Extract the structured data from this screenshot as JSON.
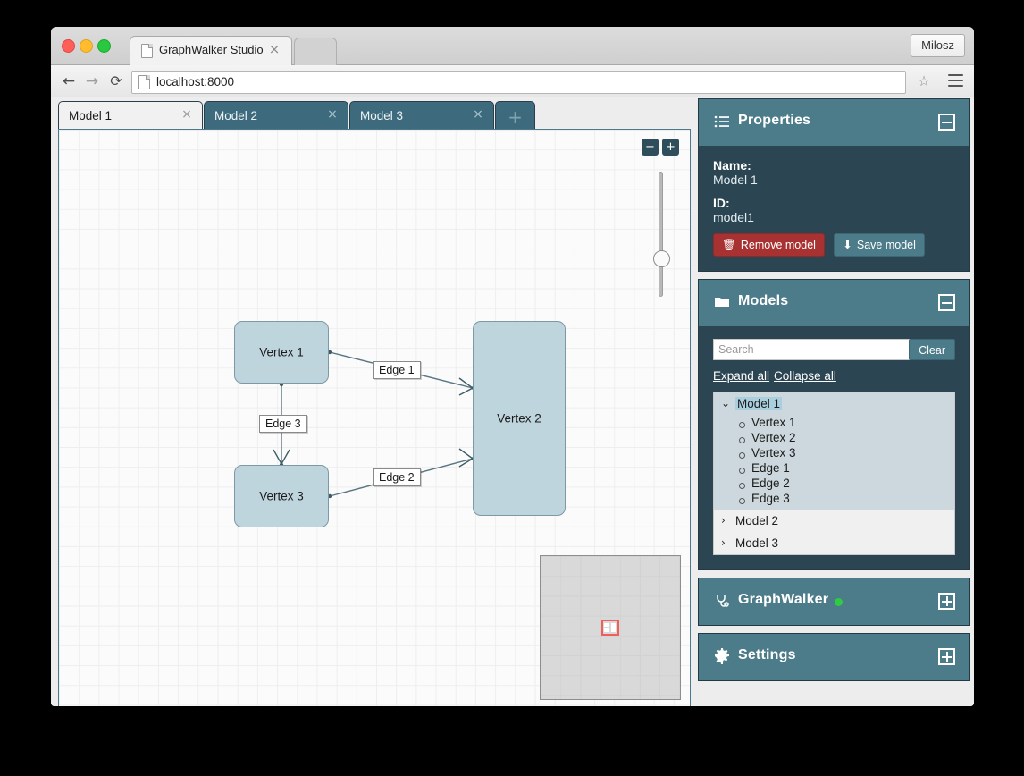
{
  "browser": {
    "tab_title": "GraphWalker Studio",
    "tab_close": "×",
    "profile_label": "Milosz",
    "back_icon": "←",
    "forward_icon": "→",
    "reload_icon": "⟳",
    "url": "localhost:8000",
    "star_icon": "☆"
  },
  "model_tabs": [
    {
      "label": "Model 1",
      "active": true,
      "close": "×"
    },
    {
      "label": "Model 2",
      "active": false,
      "close": "×"
    },
    {
      "label": "Model 3",
      "active": false,
      "close": "×"
    }
  ],
  "add_tab_label": "+",
  "canvas": {
    "zoom_out_label": "−",
    "zoom_in_label": "+",
    "vertices": [
      {
        "id": "v1",
        "label": "Vertex 1"
      },
      {
        "id": "v2",
        "label": "Vertex 2"
      },
      {
        "id": "v3",
        "label": "Vertex 3"
      }
    ],
    "edges": [
      {
        "id": "e1",
        "label": "Edge 1",
        "from": "Vertex 1",
        "to": "Vertex 2"
      },
      {
        "id": "e2",
        "label": "Edge 2",
        "from": "Vertex 3",
        "to": "Vertex 2"
      },
      {
        "id": "e3",
        "label": "Edge 3",
        "from": "Vertex 1",
        "to": "Vertex 3"
      }
    ]
  },
  "properties_panel": {
    "title": "Properties",
    "icon": "list-icon",
    "name_key": "Name:",
    "name_value": "Model 1",
    "id_key": "ID:",
    "id_value": "model1",
    "remove_label": "Remove model",
    "remove_icon": "🗑",
    "save_label": "Save model",
    "save_icon": "⬇",
    "remove_color": "#a83232",
    "save_color": "#4c7b8a"
  },
  "models_panel": {
    "title": "Models",
    "icon": "folder-icon",
    "search_placeholder": "Search",
    "search_value": "",
    "clear_label": "Clear",
    "expand_all_label": "Expand all",
    "collapse_all_label": "Collapse all",
    "tree": [
      {
        "label": "Model 1",
        "expanded": true,
        "selected": true,
        "caret": "⌄",
        "children": [
          "Vertex 1",
          "Vertex 2",
          "Vertex 3",
          "Edge 1",
          "Edge 2",
          "Edge 3"
        ]
      },
      {
        "label": "Model 2",
        "expanded": false,
        "selected": false,
        "caret": "›",
        "children": []
      },
      {
        "label": "Model 3",
        "expanded": false,
        "selected": false,
        "caret": "›",
        "children": []
      }
    ]
  },
  "graphwalker_panel": {
    "title": "GraphWalker",
    "icon": "stethoscope-icon",
    "status_color": "#2ecc40",
    "collapsed": true
  },
  "settings_panel": {
    "title": "Settings",
    "icon": "gear-icon",
    "collapsed": true
  },
  "theme": {
    "panel_header": "#4c7b8a",
    "panel_body": "#2b4552",
    "vertex_fill": "#bed5dd",
    "tab_inactive": "#3d6b7d"
  }
}
